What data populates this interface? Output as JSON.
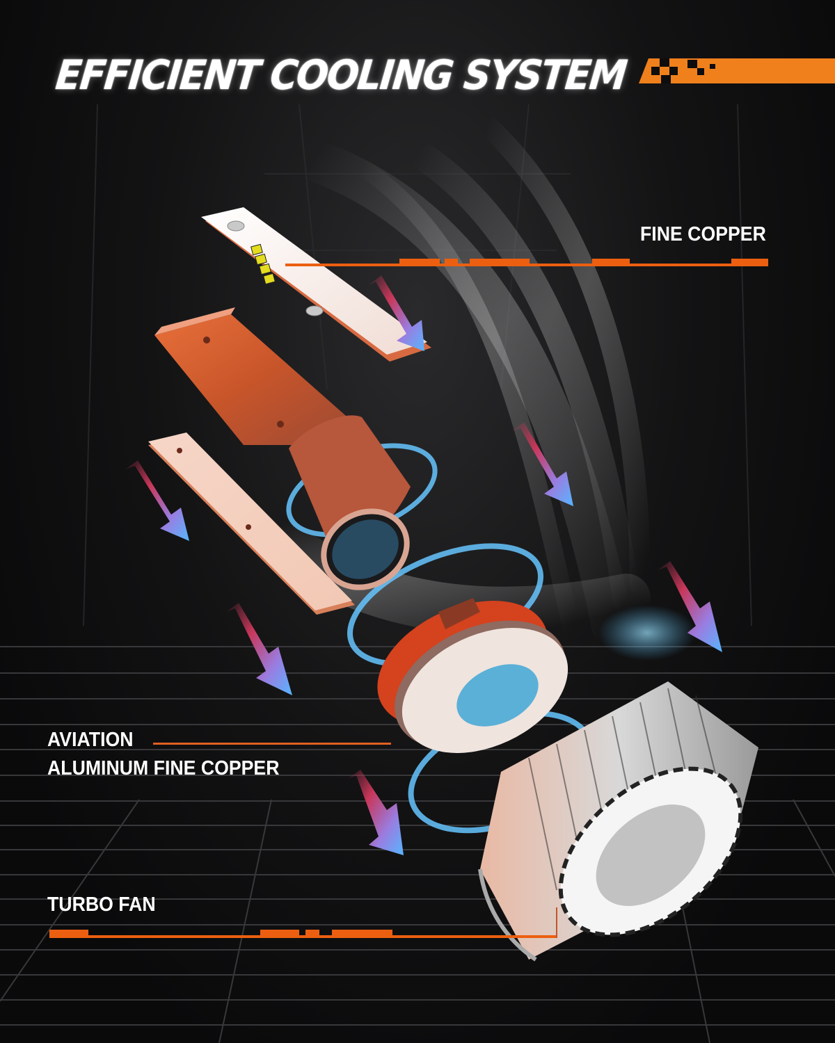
{
  "title": "EFFICIENT COOLING SYSTEM",
  "accent_color": "#f26a12",
  "labels": {
    "fine_copper": "FINE COPPER",
    "aviation_line1": "AVIATION",
    "aviation_line2": "ALUMINUM FINE COPPER",
    "turbo_fan": "TURBO FAN"
  },
  "components": [
    {
      "name": "LED chip board",
      "icon": "led-board"
    },
    {
      "name": "Copper heat-sink mount",
      "icon": "copper-mount"
    },
    {
      "name": "Copper plate",
      "icon": "copper-plate"
    },
    {
      "name": "Base adapter ring",
      "icon": "base-ring"
    },
    {
      "name": "Turbo fan heatsink",
      "icon": "turbo-fan"
    }
  ],
  "decorations": {
    "airflow_arrows": 6,
    "glow_rings": 3,
    "arrow_gradient": [
      "#c8375a",
      "#9a7ce0",
      "#56b6ff"
    ]
  }
}
